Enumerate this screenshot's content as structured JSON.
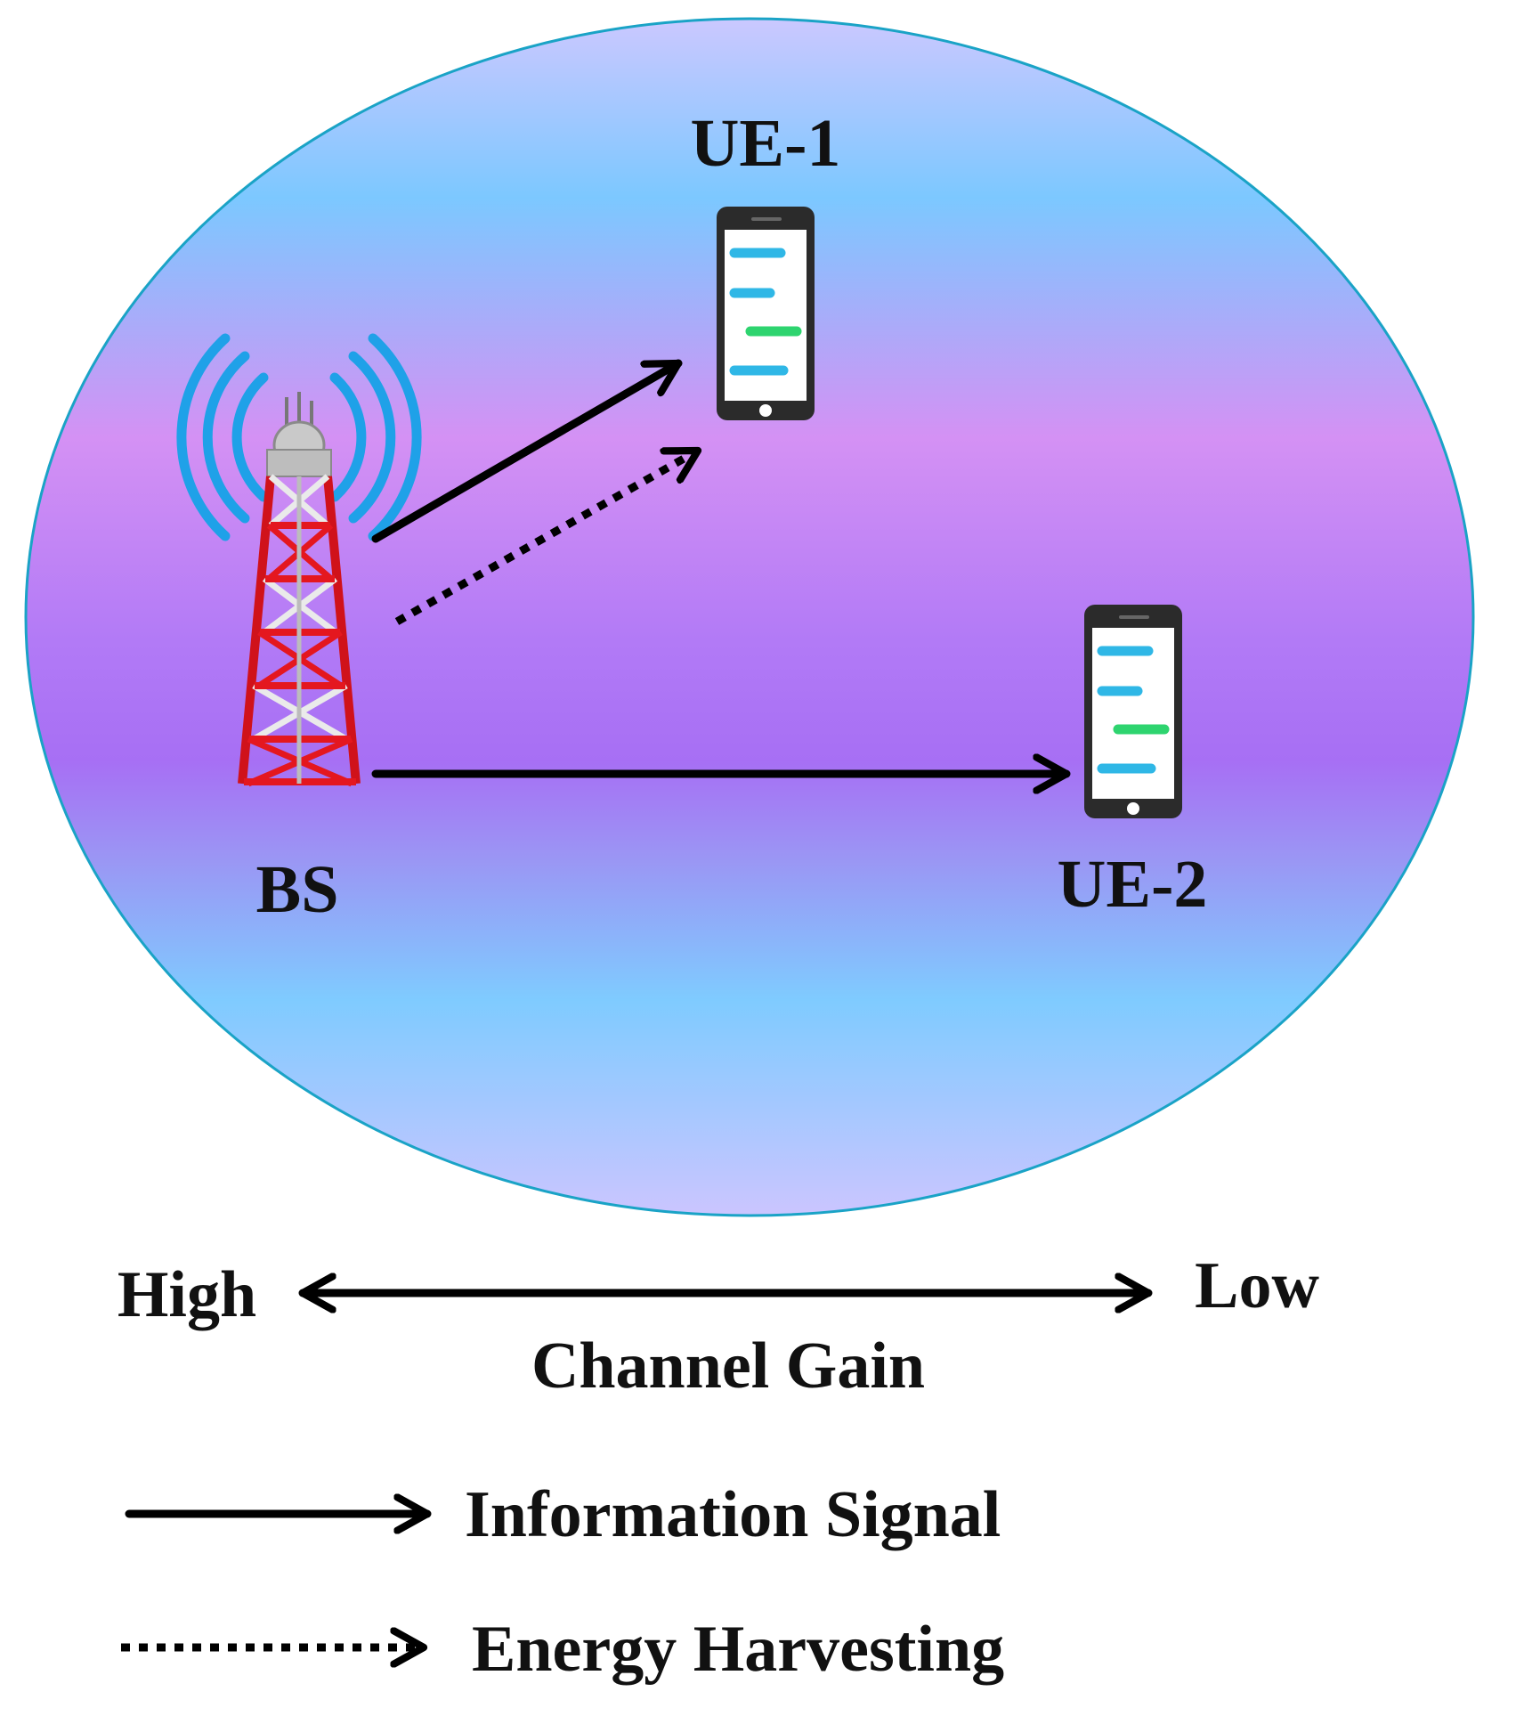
{
  "nodes": {
    "bs": {
      "label": "BS"
    },
    "ue1": {
      "label": "UE-1"
    },
    "ue2": {
      "label": "UE-2"
    }
  },
  "channel_gain": {
    "high_label": "High",
    "low_label": "Low",
    "caption": "Channel Gain"
  },
  "legend": {
    "information_label": "Information Signal",
    "energy_label": "Energy Harvesting"
  },
  "colors": {
    "cell_edge": "#1aa3c6",
    "cell_top": "#cbd0ff",
    "cell_band_light": "#7fc8ff",
    "cell_mid": "#d38cf4",
    "cell_center": "#a86af6",
    "tower_red": "#e4171f",
    "signal_blue": "#1fa1e8",
    "phone_body": "#2b2b2b",
    "msg_blue": "#2fb7e6",
    "msg_green": "#2ed46f"
  }
}
